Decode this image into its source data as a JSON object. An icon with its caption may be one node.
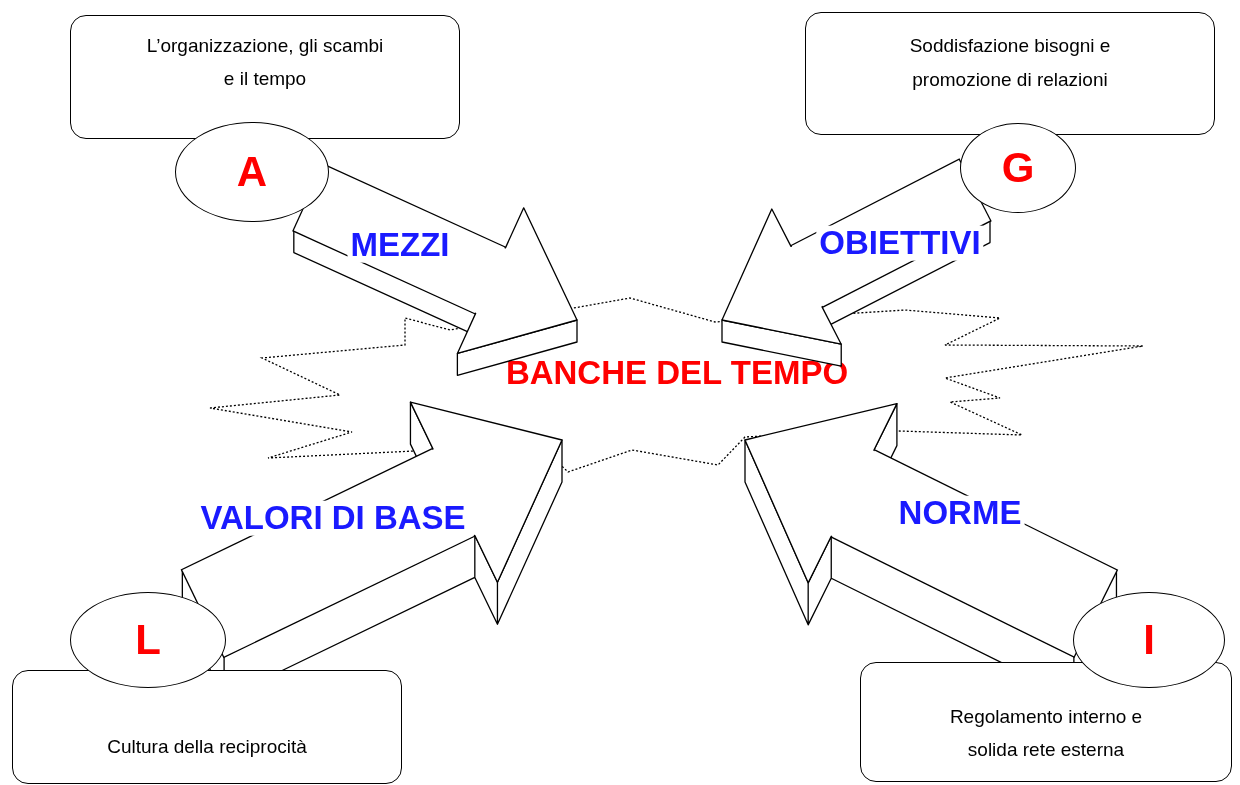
{
  "diagram": {
    "nodes": [
      {
        "text": [
          "L’organizzazione, gli scambi e il tempo"
        ]
      },
      {
        "text": [
          "A"
        ]
      },
      {
        "text": [
          "Soddisfazione bisogni e promozione di relazioni"
        ]
      },
      {
        "text": [
          "G"
        ]
      },
      {
        "text": [
          "BANCHE DEL TEMPO"
        ]
      },
      {
        "text": [
          "L"
        ]
      },
      {
        "text": [
          "Cultura della reciprocità"
        ]
      },
      {
        "text": [
          "I"
        ]
      },
      {
        "text": [
          "Regolamento interno e solida rete esterna"
        ]
      }
    ],
    "edges": [
      {
        "from": 1,
        "to": 4,
        "arrow": "to",
        "label": "MEZZI"
      },
      {
        "from": 3,
        "to": 4,
        "arrow": "to",
        "label": "OBIETTIVI"
      },
      {
        "from": 5,
        "to": 4,
        "arrow": "to",
        "label": "VALORI DI BASE"
      },
      {
        "from": 7,
        "to": 4,
        "arrow": "to",
        "label": "NORME"
      }
    ]
  }
}
